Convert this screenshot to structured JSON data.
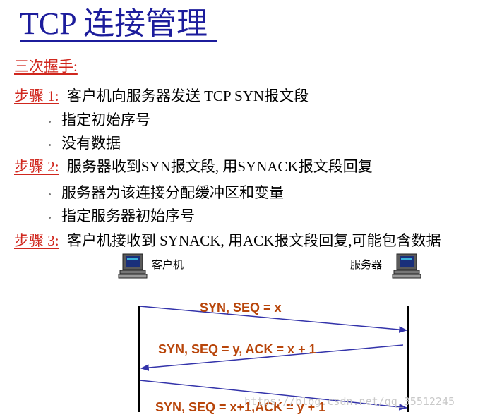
{
  "title": "TCP 连接管理",
  "handshake_label": "三次握手:",
  "steps": [
    {
      "label": "步骤 1:",
      "text": "客户机向服务器发送 TCP SYN报文段",
      "bullets": [
        "指定初始序号",
        "没有数据"
      ]
    },
    {
      "label": "步骤 2:",
      "text": "服务器收到SYN报文段, 用SYNACK报文段回复",
      "bullets": [
        "服务器为该连接分配缓冲区和变量",
        "指定服务器初始序号"
      ]
    },
    {
      "label": "步骤 3:",
      "text": "客户机接收到 SYNACK, 用ACK报文段回复,可能包含数据",
      "bullets": []
    }
  ],
  "diagram": {
    "client_label": "客户机",
    "server_label": "服务器",
    "messages": [
      {
        "text": "SYN, SEQ = x",
        "direction": "client-to-server"
      },
      {
        "text": "SYN, SEQ = y, ACK = x + 1",
        "direction": "server-to-client"
      },
      {
        "text": "SYN, SEQ = x+1,ACK = y + 1",
        "direction": "client-to-server"
      }
    ],
    "arrow_color": "#3333aa",
    "label_color": "#b8450a",
    "icons": [
      "computer-icon",
      "computer-icon"
    ]
  },
  "watermark": "https://blog.csdn.net/qq_35512245",
  "colors": {
    "title": "#1c1c9c",
    "step_label": "#d0271e"
  }
}
